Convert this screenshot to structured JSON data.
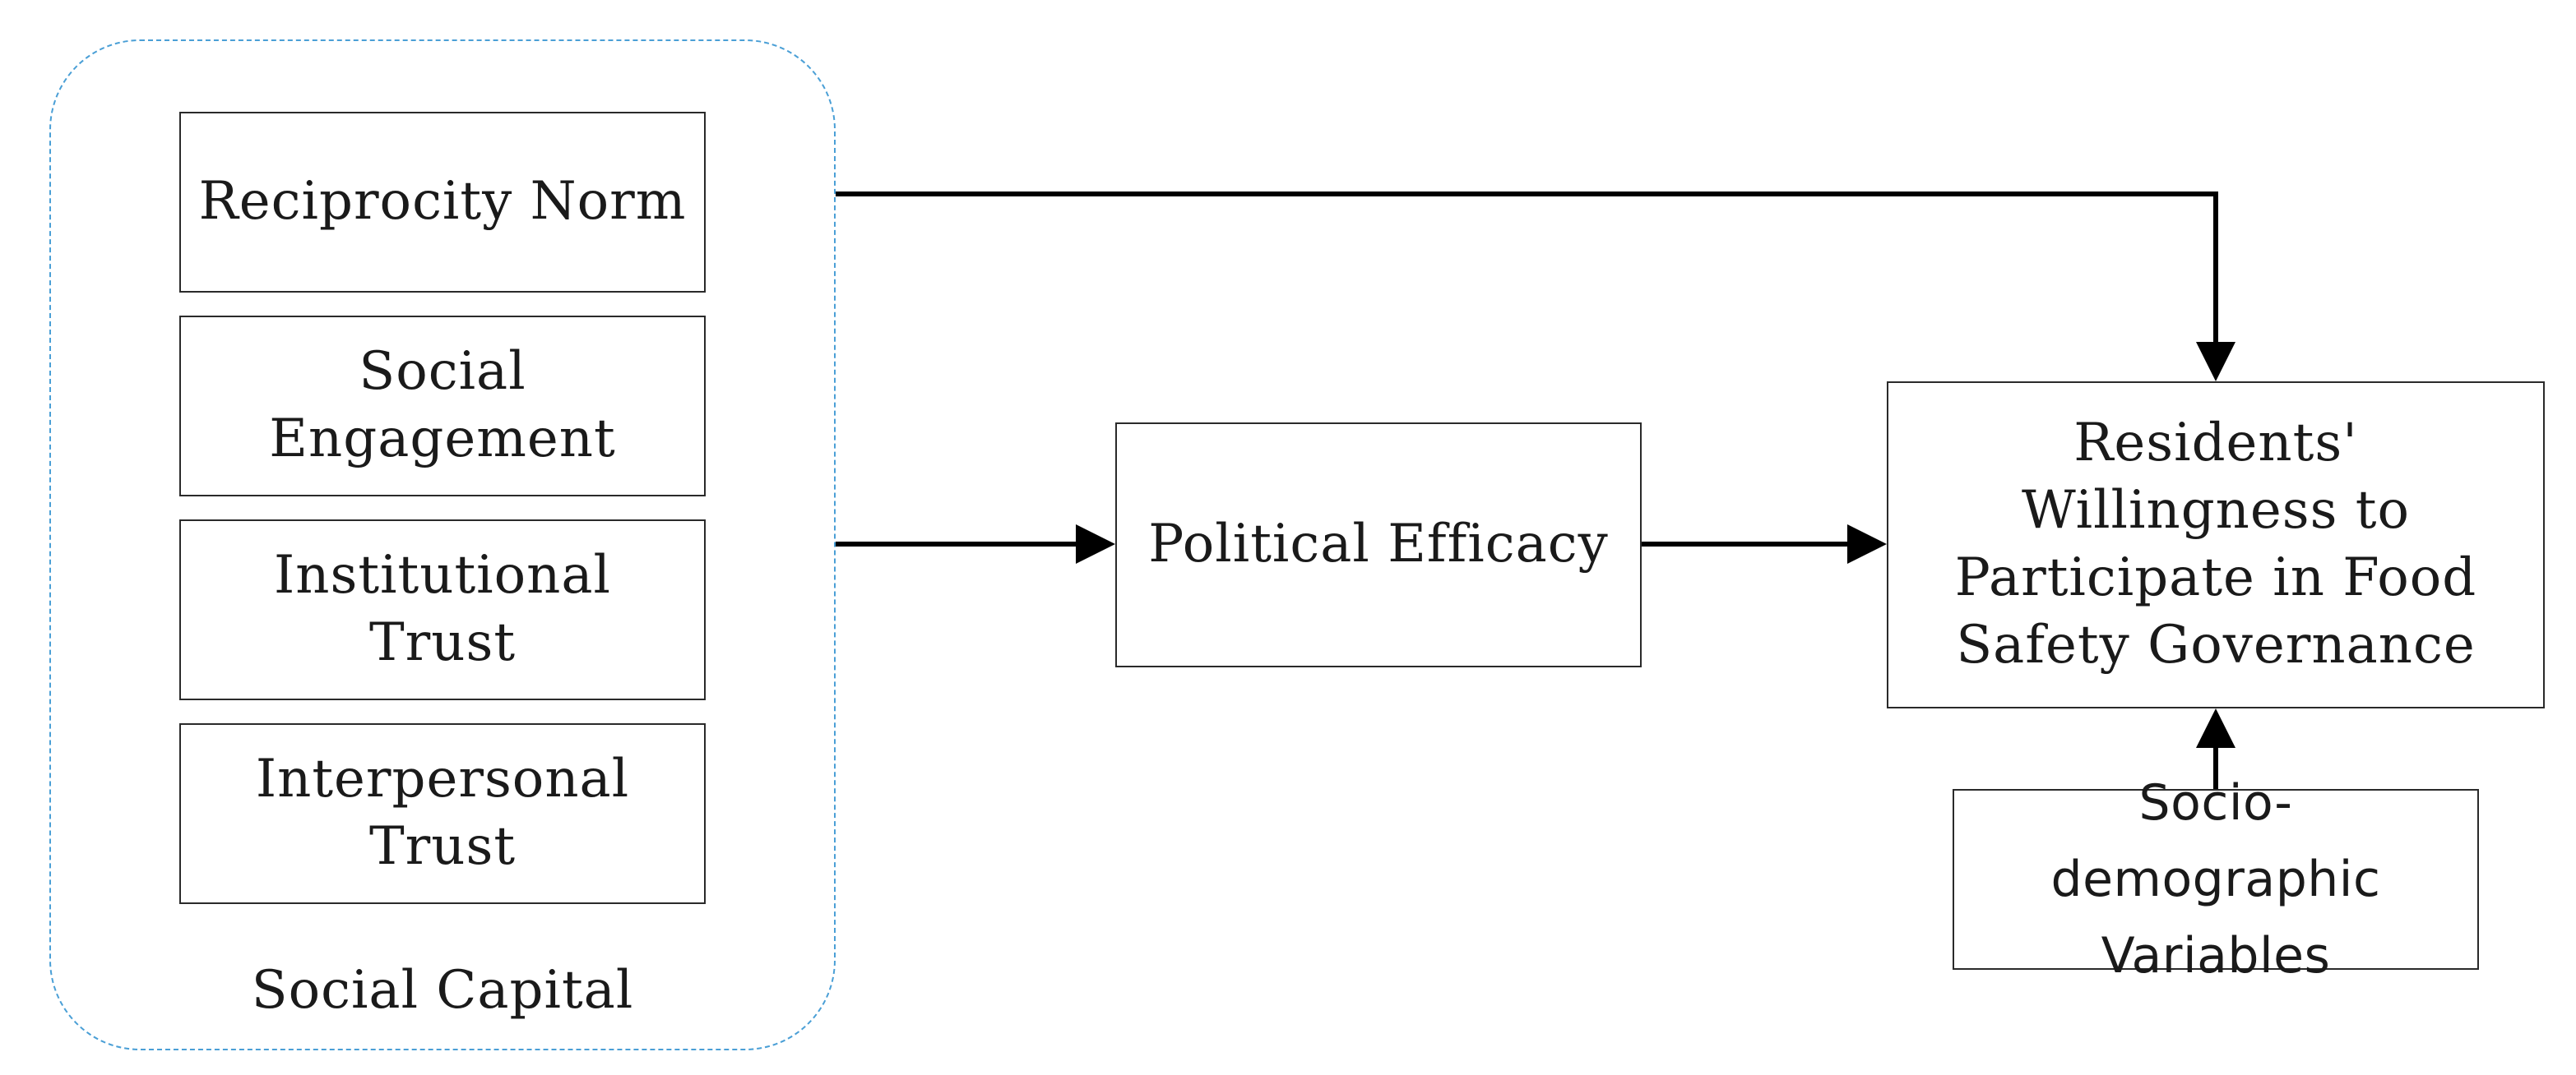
{
  "diagram": {
    "group": {
      "label": "Social Capital"
    },
    "components": [
      {
        "id": "reciprocity",
        "label": "Reciprocity Norm"
      },
      {
        "id": "engagement",
        "label": "Social Engagement"
      },
      {
        "id": "institutional",
        "label": "Institutional Trust"
      },
      {
        "id": "interpersonal",
        "label": "Interpersonal Trust"
      }
    ],
    "mediator": {
      "label": "Political Efficacy"
    },
    "outcome": {
      "label": "Residents' Willingness to Participate in Food Safety Governance"
    },
    "controls": {
      "label": "Socio-demographic Variables"
    },
    "edges": [
      {
        "from": "social-capital",
        "to": "outcome",
        "style": "solid-arrow"
      },
      {
        "from": "social-capital",
        "to": "mediator",
        "style": "solid-arrow"
      },
      {
        "from": "mediator",
        "to": "outcome",
        "style": "solid-arrow"
      },
      {
        "from": "controls",
        "to": "outcome",
        "style": "solid-arrow"
      }
    ],
    "colors": {
      "group_border": "#4a9fd6",
      "node_border": "#2a2a2a",
      "edge": "#000000",
      "text": "#1a1a1a"
    }
  }
}
